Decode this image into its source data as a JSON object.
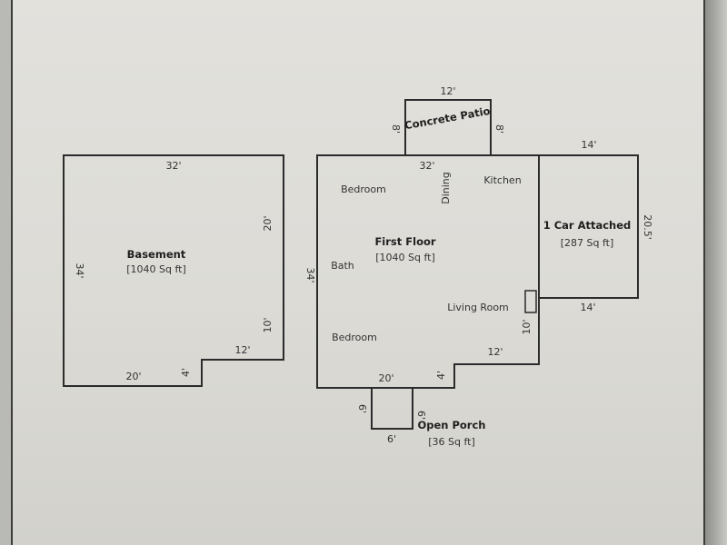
{
  "basement": {
    "title": "Basement",
    "area": "[1040 Sq ft]",
    "dims": {
      "top": "32'",
      "left": "34'",
      "right_upper": "20'",
      "right_lower": "10'",
      "step_h": "12'",
      "step_v": "4'",
      "bottom": "20'"
    }
  },
  "first_floor": {
    "title": "First Floor",
    "area": "[1040 Sq ft]",
    "dims": {
      "top": "32'",
      "left": "34'",
      "right_lower": "10'",
      "step_h": "12'",
      "step_v": "4'",
      "bottom": "20'"
    },
    "rooms": {
      "bedroom_top": "Bedroom",
      "dining": "Dining",
      "kitchen": "Kitchen",
      "bath": "Bath",
      "living_room": "Living Room",
      "bedroom_bottom": "Bedroom"
    }
  },
  "garage": {
    "title": "1 Car Attached",
    "area": "[287 Sq ft]",
    "dims": {
      "top": "14'",
      "right": "20.5'",
      "bottom": "14'"
    }
  },
  "patio": {
    "title": "Concrete Patio",
    "dims": {
      "top": "12'",
      "left": "8'",
      "right": "8'"
    }
  },
  "porch": {
    "title": "Open Porch",
    "area": "[36 Sq ft]",
    "dims": {
      "left": "6'",
      "right": "6'",
      "bottom": "6'"
    }
  }
}
